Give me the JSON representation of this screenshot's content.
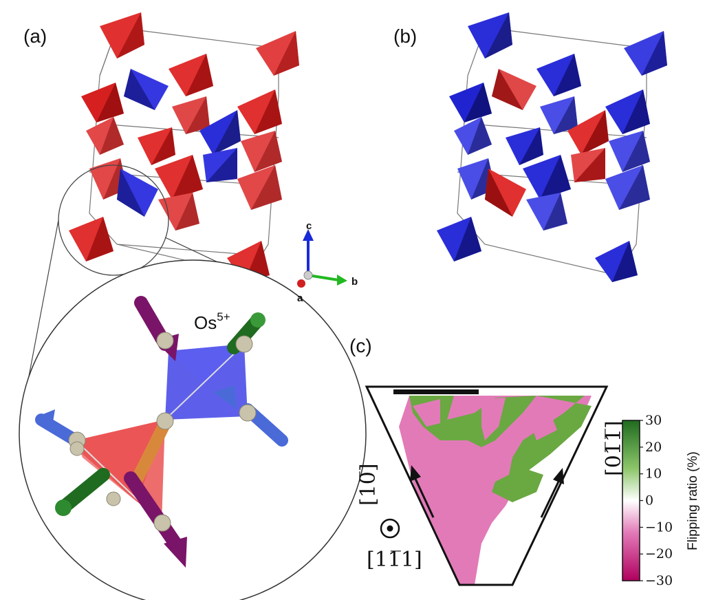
{
  "panels": {
    "a": {
      "label": "(a)"
    },
    "b": {
      "label": "(b)"
    },
    "c": {
      "label": "(c)"
    }
  },
  "axes_triad": {
    "c": "c",
    "b": "b",
    "a": "a"
  },
  "ion_label": {
    "base": "Os",
    "sup": "5+"
  },
  "colorbar": {
    "label": "Flipping ratio (%)",
    "ticks": [
      "30",
      "20",
      "10",
      "0",
      "−10",
      "−20",
      "−30"
    ],
    "range": [
      -30,
      30
    ],
    "colors": {
      "high": "#1f6b1f",
      "mid": "#ffffff",
      "low": "#c8006e"
    }
  },
  "directions": {
    "left": "[10̅]",
    "right": "[01̅1̅]",
    "normal": "[11̅1]"
  },
  "colors": {
    "red_tetra": "#e0302f",
    "blue_tetra": "#2a2ed8",
    "green": "#6aa842",
    "magenta": "#e27ab8"
  }
}
